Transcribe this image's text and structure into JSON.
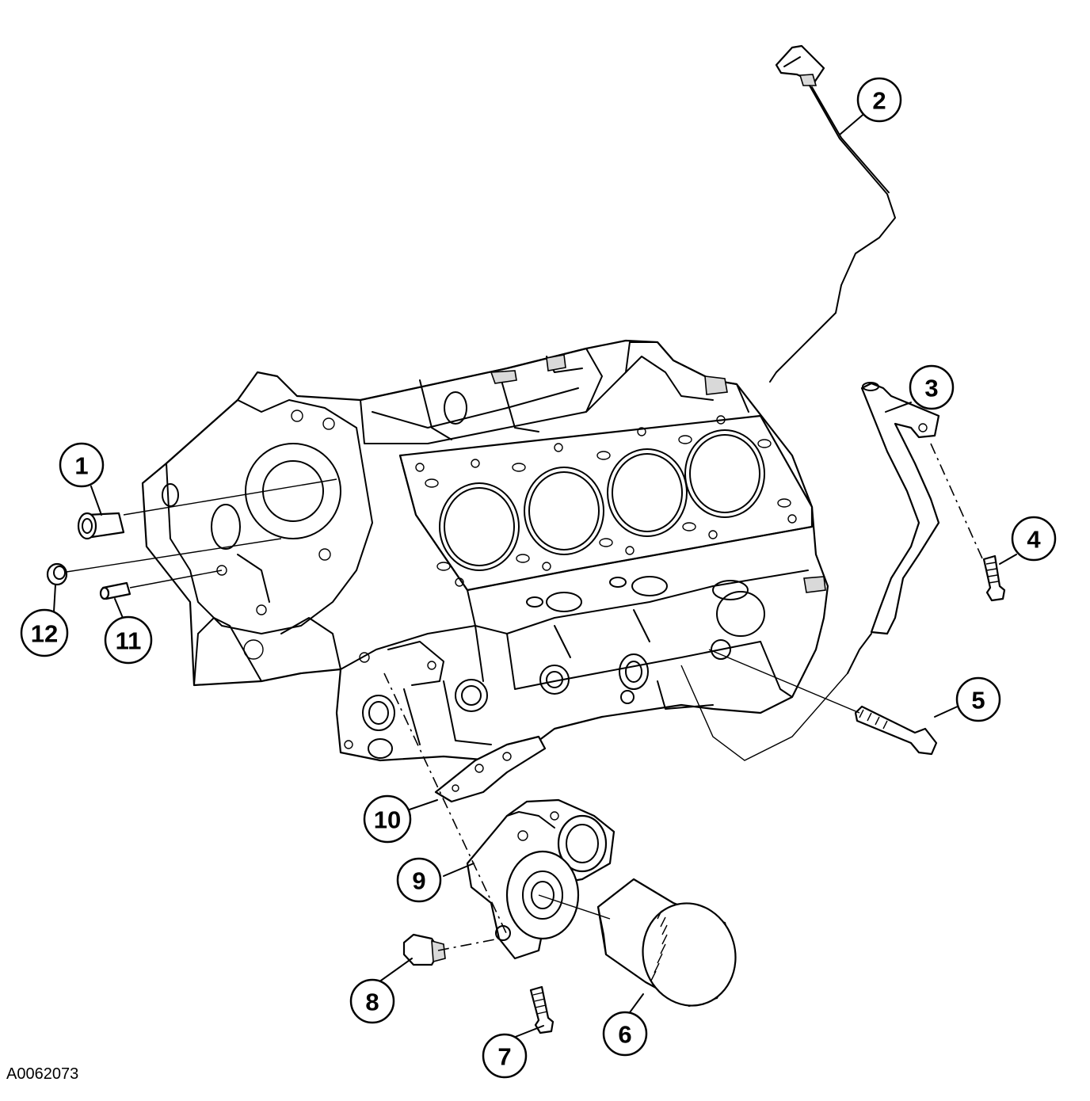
{
  "figure_id": "A0062073",
  "callouts": [
    {
      "label": "1"
    },
    {
      "label": "2"
    },
    {
      "label": "3"
    },
    {
      "label": "4"
    },
    {
      "label": "5"
    },
    {
      "label": "6"
    },
    {
      "label": "7"
    },
    {
      "label": "8"
    },
    {
      "label": "9"
    },
    {
      "label": "10"
    },
    {
      "label": "11"
    },
    {
      "label": "12"
    }
  ]
}
